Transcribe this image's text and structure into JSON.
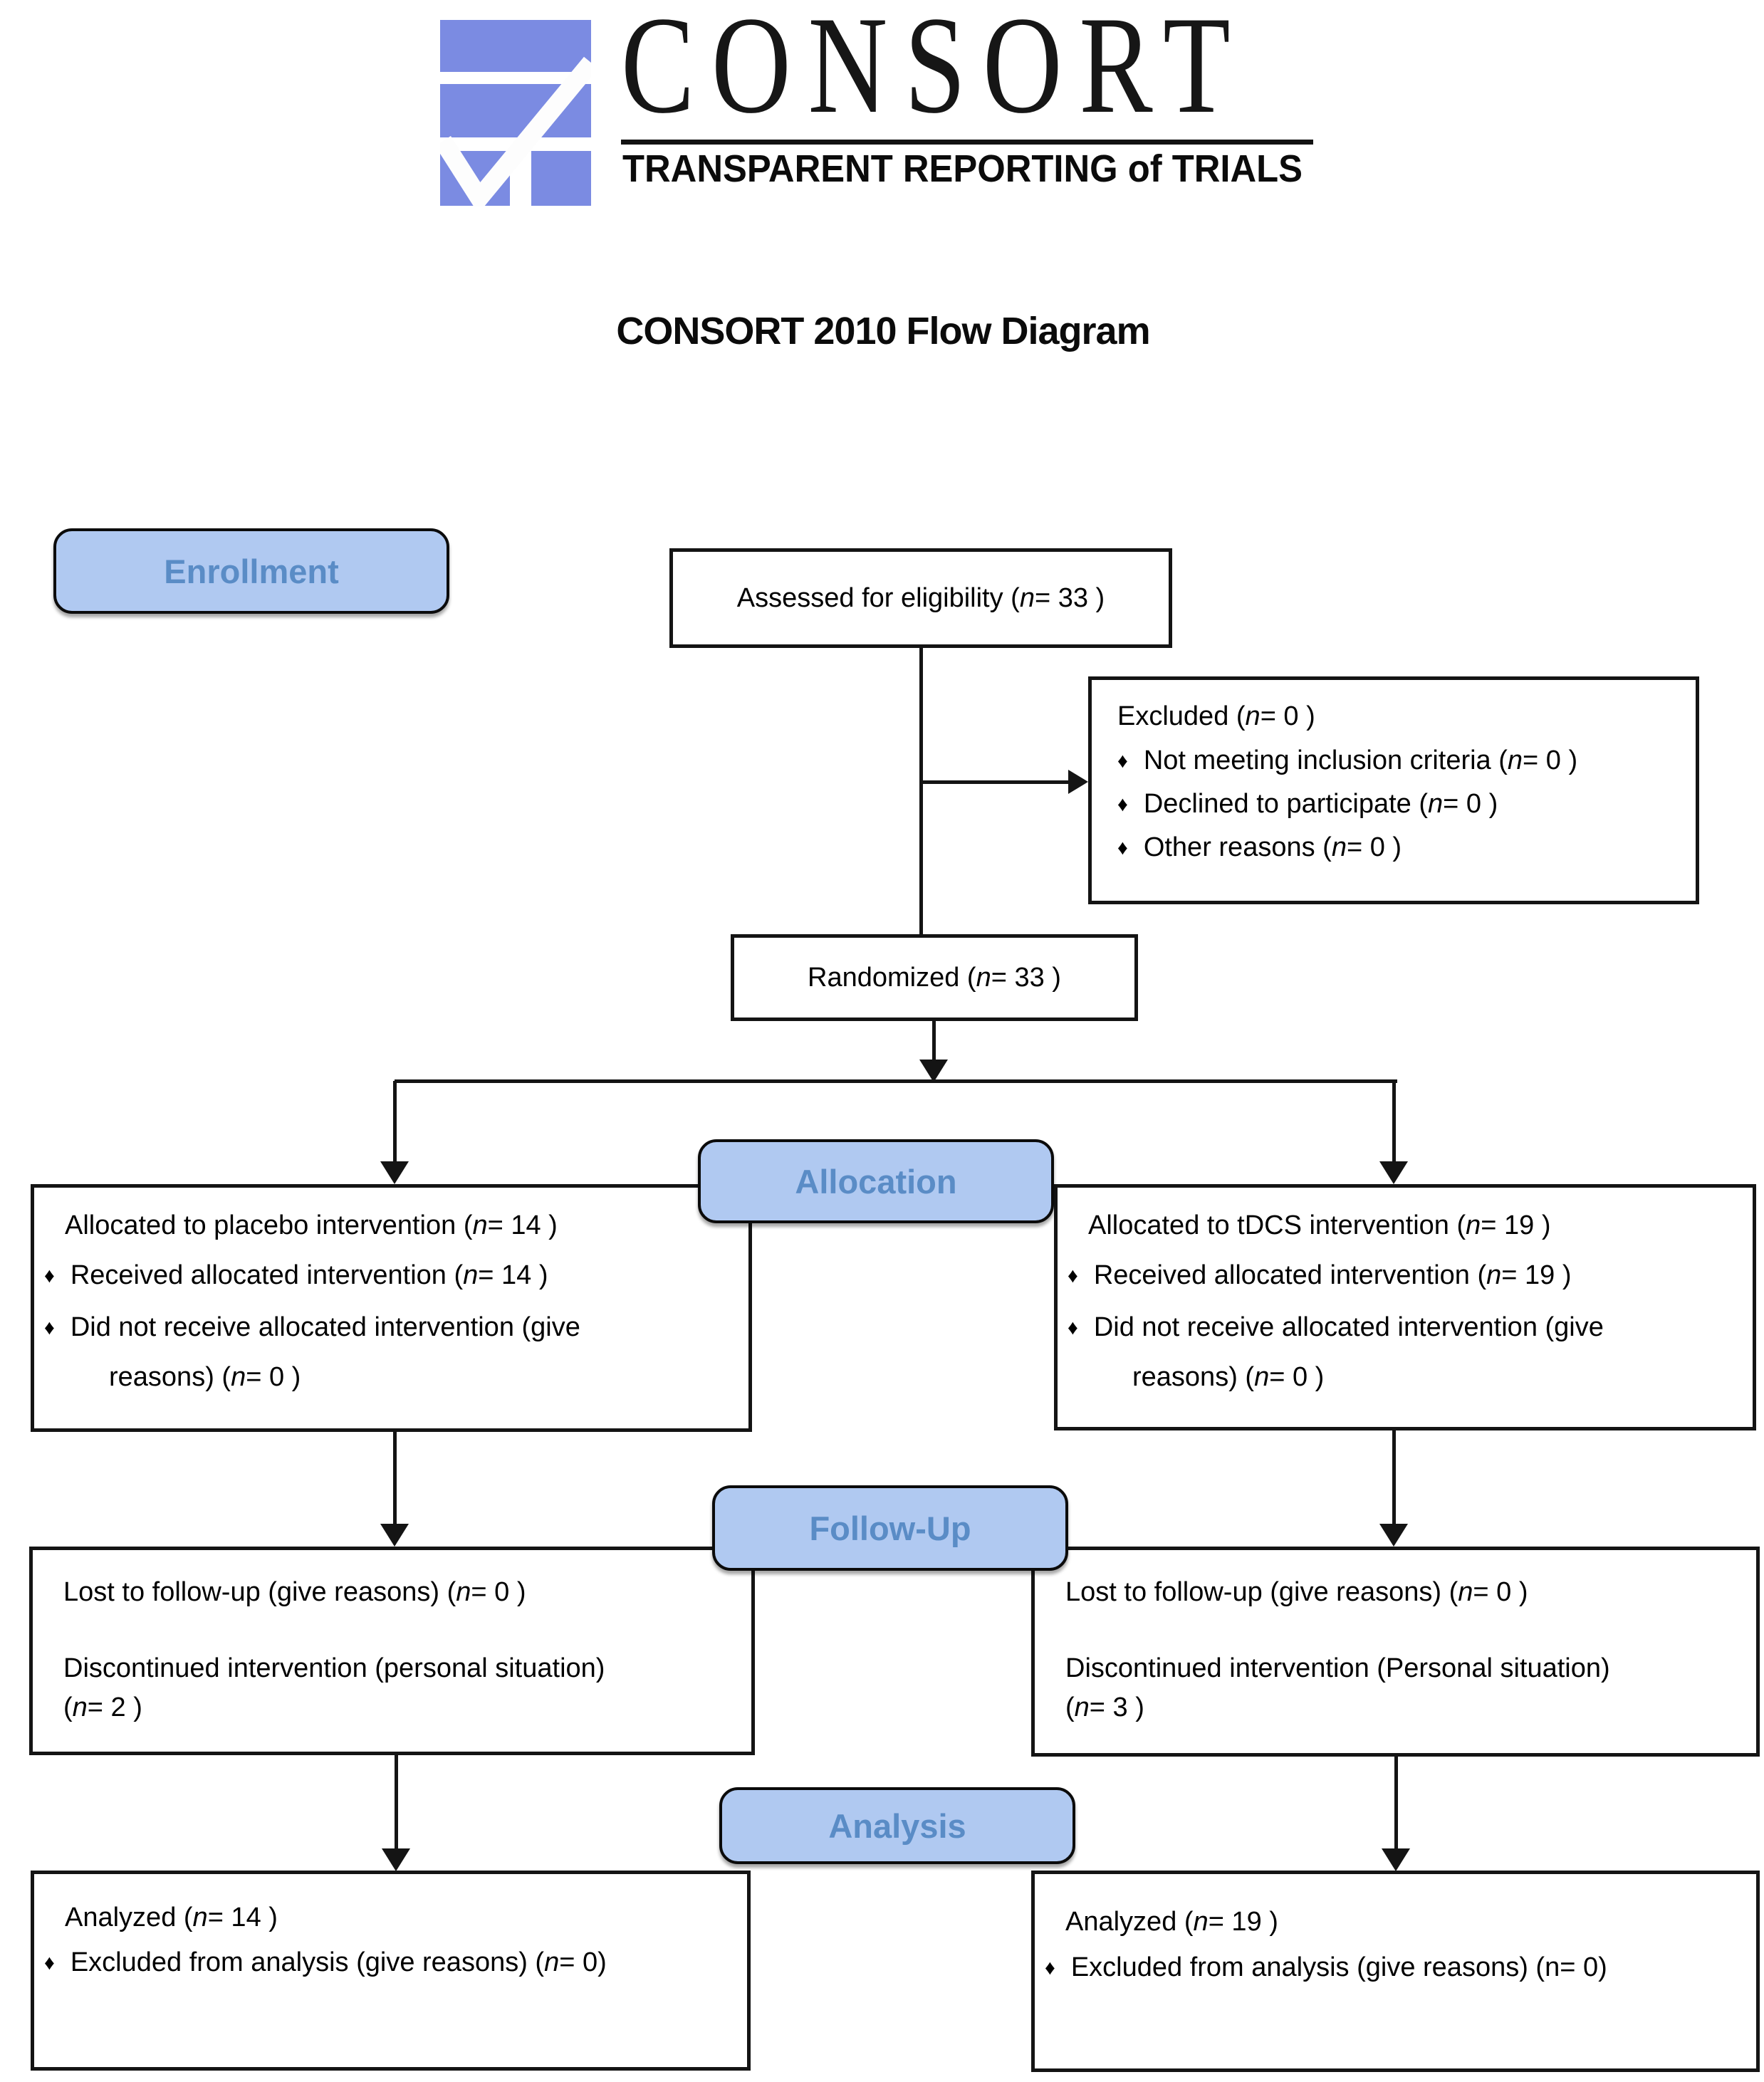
{
  "logo": {
    "wordmark": "CONSORT",
    "tagline": "TRANSPARENT REPORTING of TRIALS"
  },
  "title": "CONSORT 2010 Flow Diagram",
  "glyphs": {
    "bullet": "♦"
  },
  "colors": {
    "logo_blue": "#7b8be2",
    "pill_fill": "#b0c9f1",
    "pill_text": "#5a8cc6",
    "line": "#141414"
  },
  "stages": {
    "enrollment": "Enrollment",
    "allocation": "Allocation",
    "follow_up": "Follow-Up",
    "analysis": "Analysis"
  },
  "boxes": {
    "assessed": {
      "text": "Assessed for eligibility (*n*= 33 )"
    },
    "excluded": {
      "title": "Excluded  (*n*= 0  )",
      "items": [
        "Not meeting inclusion criteria (*n*= 0 )",
        "Declined to participate (*n*= 0 )",
        "Other reasons (*n*= 0 )"
      ]
    },
    "randomized": {
      "text": "Randomized (*n*= 33  )"
    },
    "alloc_left": {
      "title": "Allocated to placebo intervention (*n*= 14 )",
      "items": [
        "Received allocated intervention (*n*= 14 )",
        "Did not receive allocated intervention (give"
      ],
      "continuation": "reasons) (*n*= 0 )"
    },
    "alloc_right": {
      "title": "Allocated to tDCS intervention (*n*= 19 )",
      "items": [
        "Received allocated intervention (*n*= 19 )",
        "Did not receive allocated intervention (give"
      ],
      "continuation": "reasons) (*n*= 0 )"
    },
    "followup_left": {
      "line1": "Lost to follow-up (give reasons) (*n*= 0 )",
      "line2": "Discontinued intervention (personal situation)",
      "line3": "(*n*= 2 )"
    },
    "followup_right": {
      "line1": "Lost to follow-up (give reasons) (*n*= 0 )",
      "line2": "Discontinued intervention (Personal situation)",
      "line3": "(*n*= 3 )"
    },
    "analyzed_left": {
      "title": "Analyzed  (*n*= 14 )",
      "items": [
        "Excluded from analysis (give reasons) (*n*= 0)"
      ]
    },
    "analyzed_right": {
      "title": "Analyzed  (*n*= 19 )",
      "items": [
        "Excluded from analysis (give reasons) (n= 0)"
      ]
    }
  }
}
